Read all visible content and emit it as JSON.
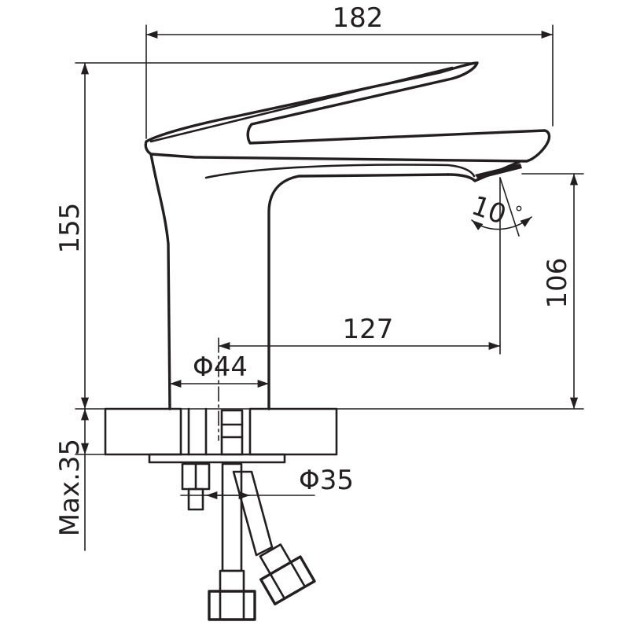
{
  "dimensions": {
    "overall_width": "182",
    "overall_height": "155",
    "spout_height": "106",
    "spout_reach": "127",
    "base_diameter": "Φ44",
    "mounting_thickness": "Max.35",
    "hole_diameter": "Φ35",
    "spout_angle": "10",
    "angle_unit": "°"
  }
}
